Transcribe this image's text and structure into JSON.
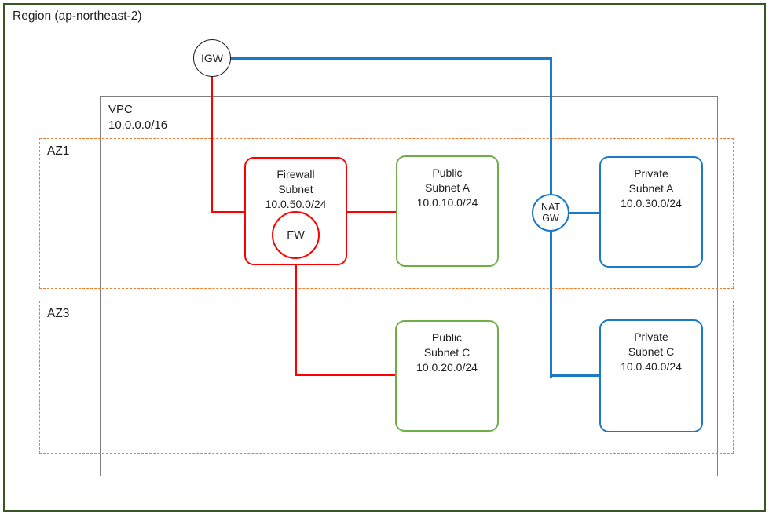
{
  "region": {
    "label": "Region (ap-northeast-2)"
  },
  "vpc": {
    "name": "VPC",
    "cidr": "10.0.0.0/16"
  },
  "azs": {
    "az1": "AZ1",
    "az3": "AZ3"
  },
  "gateways": {
    "igw": "IGW",
    "nat_line1": "NAT",
    "nat_line2": "GW",
    "fw": "FW"
  },
  "subnets": {
    "firewall": {
      "line1": "Firewall",
      "line2": "Subnet",
      "cidr": "10.0.50.0/24"
    },
    "public_a": {
      "line1": "Public",
      "line2": "Subnet A",
      "cidr": "10.0.10.0/24"
    },
    "private_a": {
      "line1": "Private",
      "line2": "Subnet A",
      "cidr": "10.0.30.0/24"
    },
    "public_c": {
      "line1": "Public",
      "line2": "Subnet C",
      "cidr": "10.0.20.0/24"
    },
    "private_c": {
      "line1": "Private",
      "line2": "Subnet C",
      "cidr": "10.0.40.0/24"
    }
  },
  "links": [
    {
      "from": "IGW",
      "to": "Firewall Subnet",
      "color": "red"
    },
    {
      "from": "Firewall Subnet",
      "to": "Public Subnet A",
      "color": "red"
    },
    {
      "from": "Firewall Subnet",
      "to": "Public Subnet C",
      "color": "red"
    },
    {
      "from": "IGW",
      "to": "NAT GW",
      "color": "blue"
    },
    {
      "from": "NAT GW",
      "to": "Private Subnet A",
      "color": "blue"
    },
    {
      "from": "NAT GW",
      "to": "Private Subnet C",
      "color": "blue"
    }
  ],
  "colors": {
    "red": "#fe0000",
    "green": "#70ad47",
    "blue": "#1b79c8",
    "orange": "#ed7d31",
    "gray": "#7f7f7f",
    "region_border": "#375623",
    "text": "#1f1f1f"
  }
}
